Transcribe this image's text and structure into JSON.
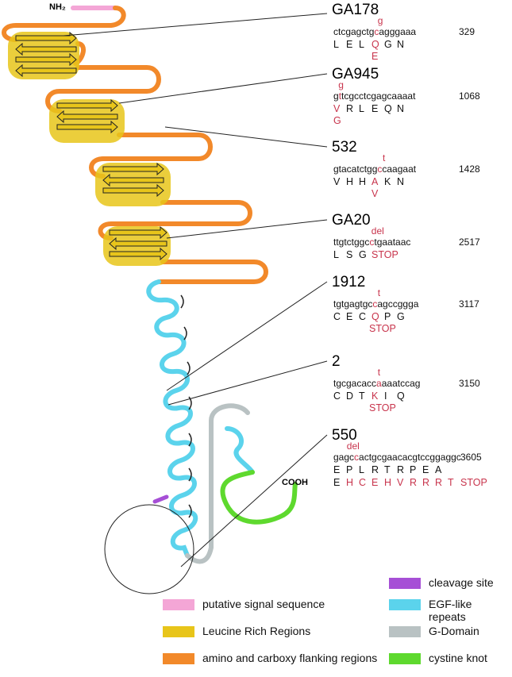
{
  "terminals": {
    "n": "NH₂",
    "c": "COOH"
  },
  "colors": {
    "signal": "#f4a6d6",
    "leucine": "#e8c51a",
    "flanking": "#f2892a",
    "egf": "#5bd3ec",
    "gdomain": "#b9c2c3",
    "knot": "#5ed92e",
    "cleavage": "#a64fd6",
    "mutation": "#c8344c"
  },
  "mutations": [
    {
      "name": "GA178",
      "above": "g",
      "seq_pre": "ctcgagctg",
      "seq_red": "c",
      "seq_post": "agggaaa",
      "position": "329",
      "aa": [
        "L",
        "E",
        "L",
        "Q",
        "G",
        "N"
      ],
      "aa_red_index": 3,
      "below": "E"
    },
    {
      "name": "GA945",
      "above": "g",
      "seq_pre": "g",
      "seq_red": "t",
      "seq_post": "tcgcctcgagcaaaat",
      "position": "1068",
      "aa": [
        "V",
        "R",
        "L",
        "E",
        "Q",
        "N"
      ],
      "aa_red_index": 0,
      "below": "G"
    },
    {
      "name": "532",
      "above": "t",
      "seq_pre": "gtacatctgg",
      "seq_red": "c",
      "seq_post": "caagaat",
      "position": "1428",
      "aa": [
        "V",
        "H",
        "H",
        "A",
        "K",
        "N"
      ],
      "aa_red_index": 3,
      "below": "V"
    },
    {
      "name": "GA20",
      "above": "del",
      "seq_pre": "ttgtctggc",
      "seq_red": "c",
      "seq_post": "tgaataac",
      "position": "2517",
      "aa": [
        "L",
        "S",
        "G"
      ],
      "aa_red_index": -1,
      "below_inline": "STOP"
    },
    {
      "name": "1912",
      "above": "t",
      "seq_pre": "tgtgagtgc",
      "seq_red": "c",
      "seq_post": "agccggga",
      "position": "3117",
      "aa": [
        "C",
        "E",
        "C",
        "Q",
        "P",
        "G"
      ],
      "aa_red_index": 3,
      "below": "STOP"
    },
    {
      "name": "2",
      "above": "t",
      "seq_pre": "tgcgacacc",
      "seq_red": "a",
      "seq_post": "aaatccag",
      "position": "3150",
      "aa": [
        "C",
        "D",
        "T",
        "K",
        "I",
        "Q"
      ],
      "aa_red_index": 3,
      "below": "STOP"
    },
    {
      "name": "550",
      "above": "del",
      "seq_pre": "gagc",
      "seq_red": "c",
      "seq_post": "actgcgaacacgtccggaggc",
      "position": "3605",
      "aa": [
        "E",
        "P",
        "L",
        "R",
        "T",
        "R",
        "P",
        "E",
        "A"
      ],
      "aa2": [
        "E",
        "H",
        "C",
        "E",
        "H",
        "V",
        "R",
        "R",
        "R",
        "T",
        "STOP"
      ]
    }
  ],
  "legend": [
    {
      "key": "signal",
      "label": "putative signal sequence"
    },
    {
      "key": "leucine",
      "label": "Leucine Rich Regions"
    },
    {
      "key": "flanking",
      "label": "amino and carboxy flanking regions"
    },
    {
      "key": "cleavage",
      "label": "cleavage site"
    },
    {
      "key": "egf",
      "label": "EGF-like repeats"
    },
    {
      "key": "gdomain",
      "label": "G-Domain"
    },
    {
      "key": "knot",
      "label": "cystine knot"
    }
  ]
}
